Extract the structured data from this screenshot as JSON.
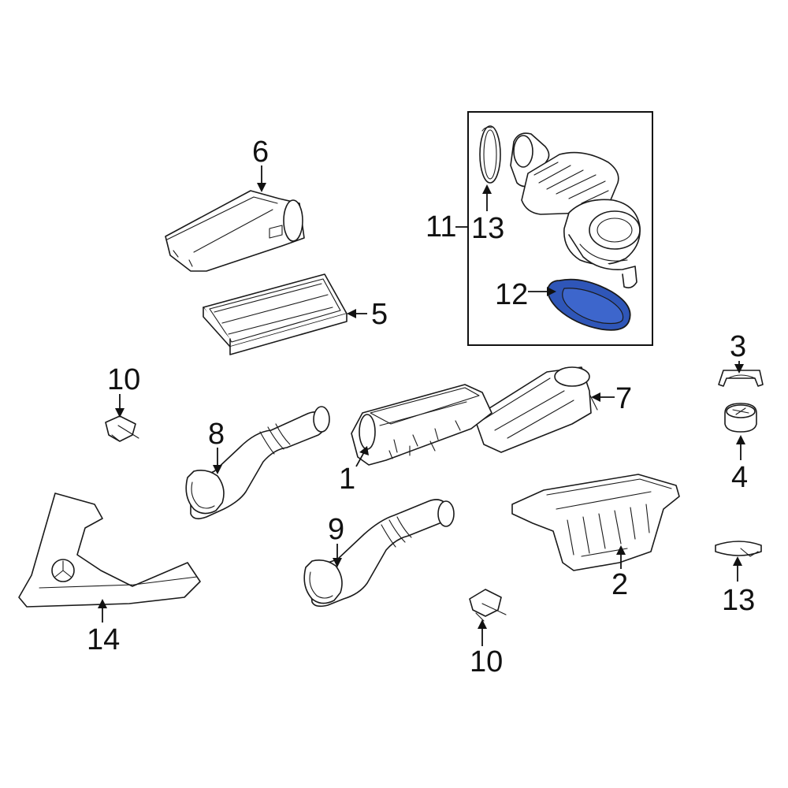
{
  "diagram": {
    "highlight_color": "#2f56b8",
    "callouts": {
      "c1": "1",
      "c2": "2",
      "c3": "3",
      "c4": "4",
      "c5": "5",
      "c6": "6",
      "c7": "7",
      "c8": "8",
      "c9": "9",
      "c10a": "10",
      "c10b": "10",
      "c11": "11",
      "c12": "12",
      "c13a": "13",
      "c13b": "13",
      "c14": "14"
    }
  }
}
